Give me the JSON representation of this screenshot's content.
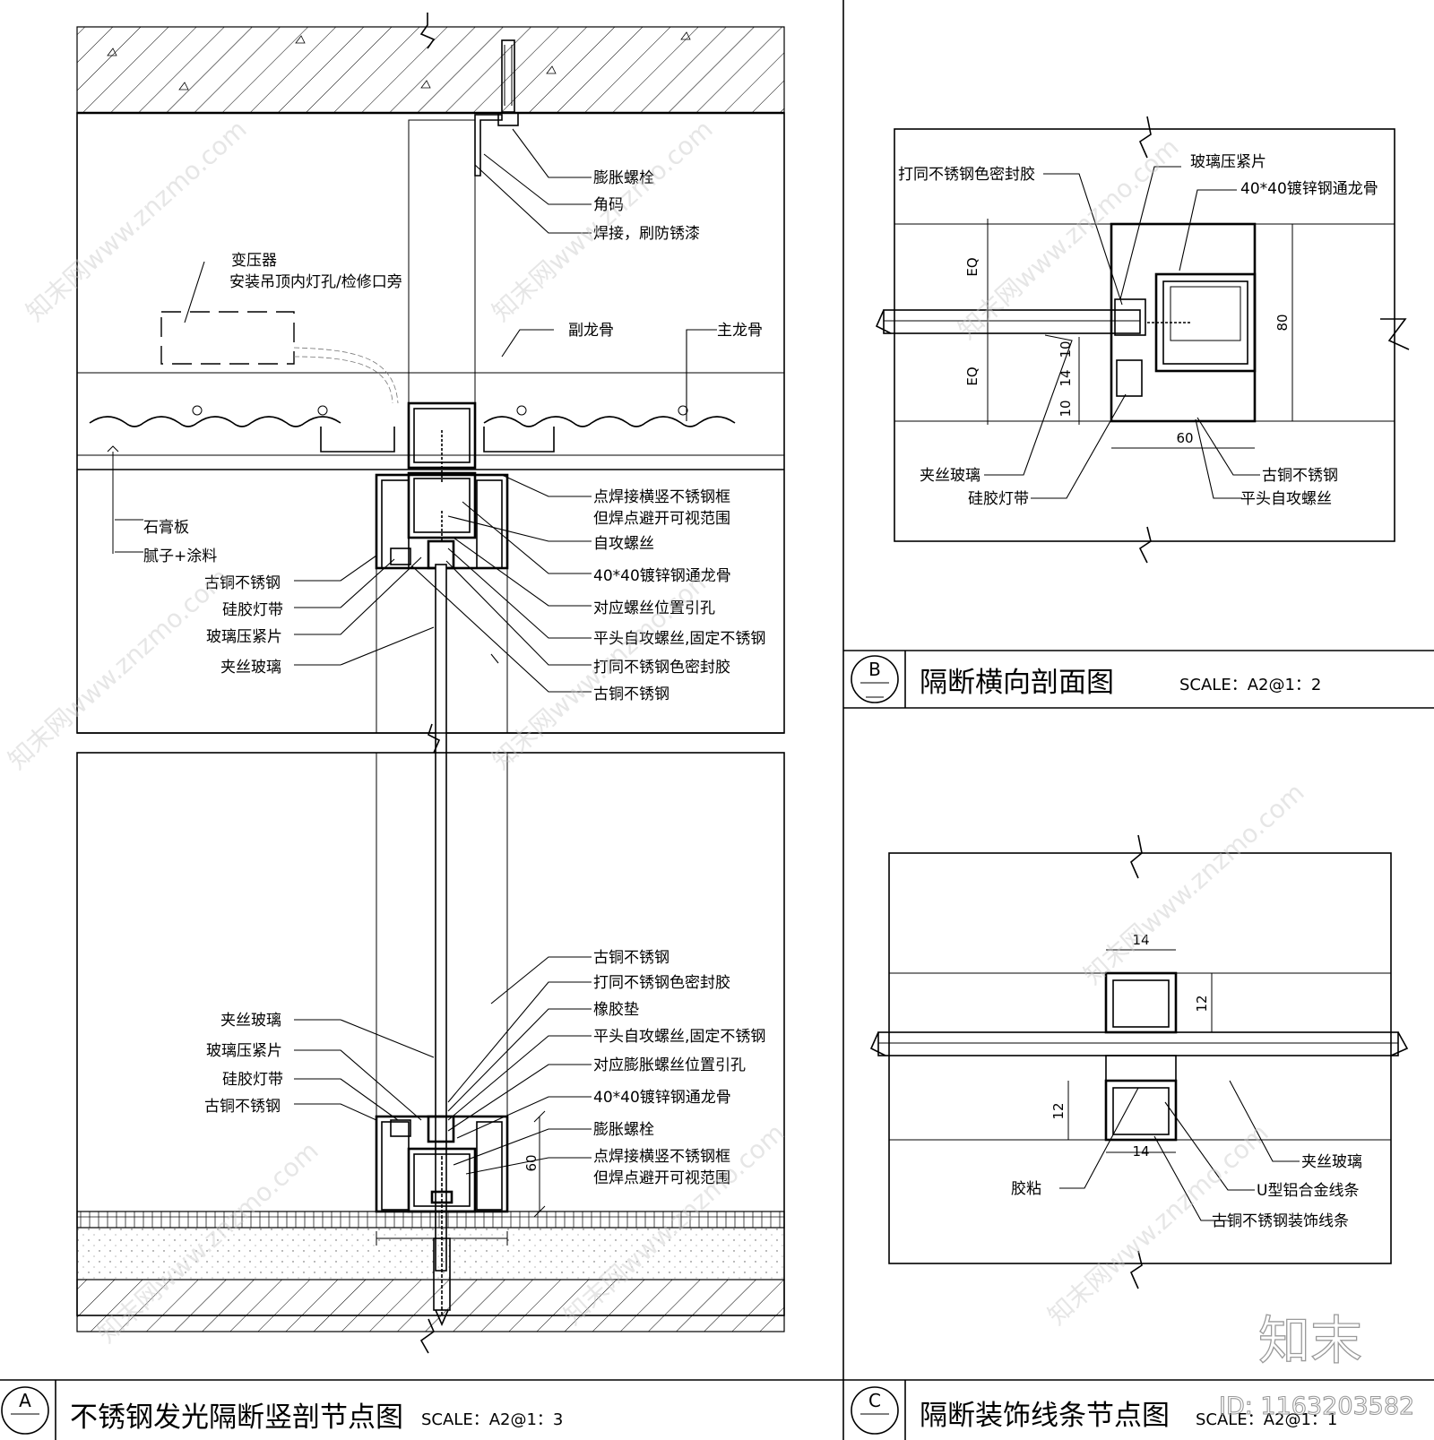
{
  "panel_a": {
    "badge": "A",
    "title": "不锈钢发光隔断竖剖节点图",
    "scale": "SCALE：A2@1：3",
    "labels_top_right": [
      "膨胀螺栓",
      "角码",
      "焊接，刷防锈漆"
    ],
    "transformer": [
      "变压器",
      "安装吊顶内灯孔/检修口旁"
    ],
    "sub_keel": "副龙骨",
    "main_keel": "主龙骨",
    "labels_left_top": [
      "石膏板",
      "腻子+涂料",
      "古铜不锈钢",
      "硅胶灯带",
      "玻璃压紧片",
      "夹丝玻璃"
    ],
    "labels_right_top": [
      "点焊接横竖不锈钢框",
      "但焊点避开可视范围",
      "自攻螺丝",
      "40*40镀锌钢通龙骨",
      "对应螺丝位置引孔",
      "平头自攻螺丝,固定不锈钢",
      "打同不锈钢色密封胶",
      "古铜不锈钢"
    ],
    "labels_left_bottom": [
      "夹丝玻璃",
      "玻璃压紧片",
      "硅胶灯带",
      "古铜不锈钢"
    ],
    "labels_right_bottom": [
      "古铜不锈钢",
      "打同不锈钢色密封胶",
      "橡胶垫",
      "平头自攻螺丝,固定不锈钢",
      "对应膨胀螺丝位置引孔",
      "40*40镀锌钢通龙骨",
      "膨胀螺栓",
      "点焊接横竖不锈钢框",
      "但焊点避开可视范围"
    ],
    "dim_60": "60"
  },
  "panel_b": {
    "badge": "B",
    "title": "隔断横向剖面图",
    "scale": "SCALE：A2@1：2",
    "labels": [
      "打同不锈钢色密封胶",
      "玻璃压紧片",
      "40*40镀锌钢通龙骨",
      "夹丝玻璃",
      "硅胶灯带",
      "古铜不锈钢",
      "平头自攻螺丝"
    ],
    "dims": [
      "EQ",
      "EQ",
      "10",
      "14",
      "10",
      "80",
      "60"
    ]
  },
  "panel_c": {
    "badge": "C",
    "title": "隔断装饰线条节点图",
    "scale": "SCALE：A2@1：1",
    "labels": [
      "夹丝玻璃",
      "U型铝合金线条",
      "古铜不锈钢装饰线条",
      "胶粘"
    ],
    "dims": [
      "14",
      "12",
      "12",
      "14"
    ]
  },
  "watermark": {
    "text": "知末网www.znzmo.com",
    "brand": "知末",
    "id": "ID: 1163203582"
  }
}
